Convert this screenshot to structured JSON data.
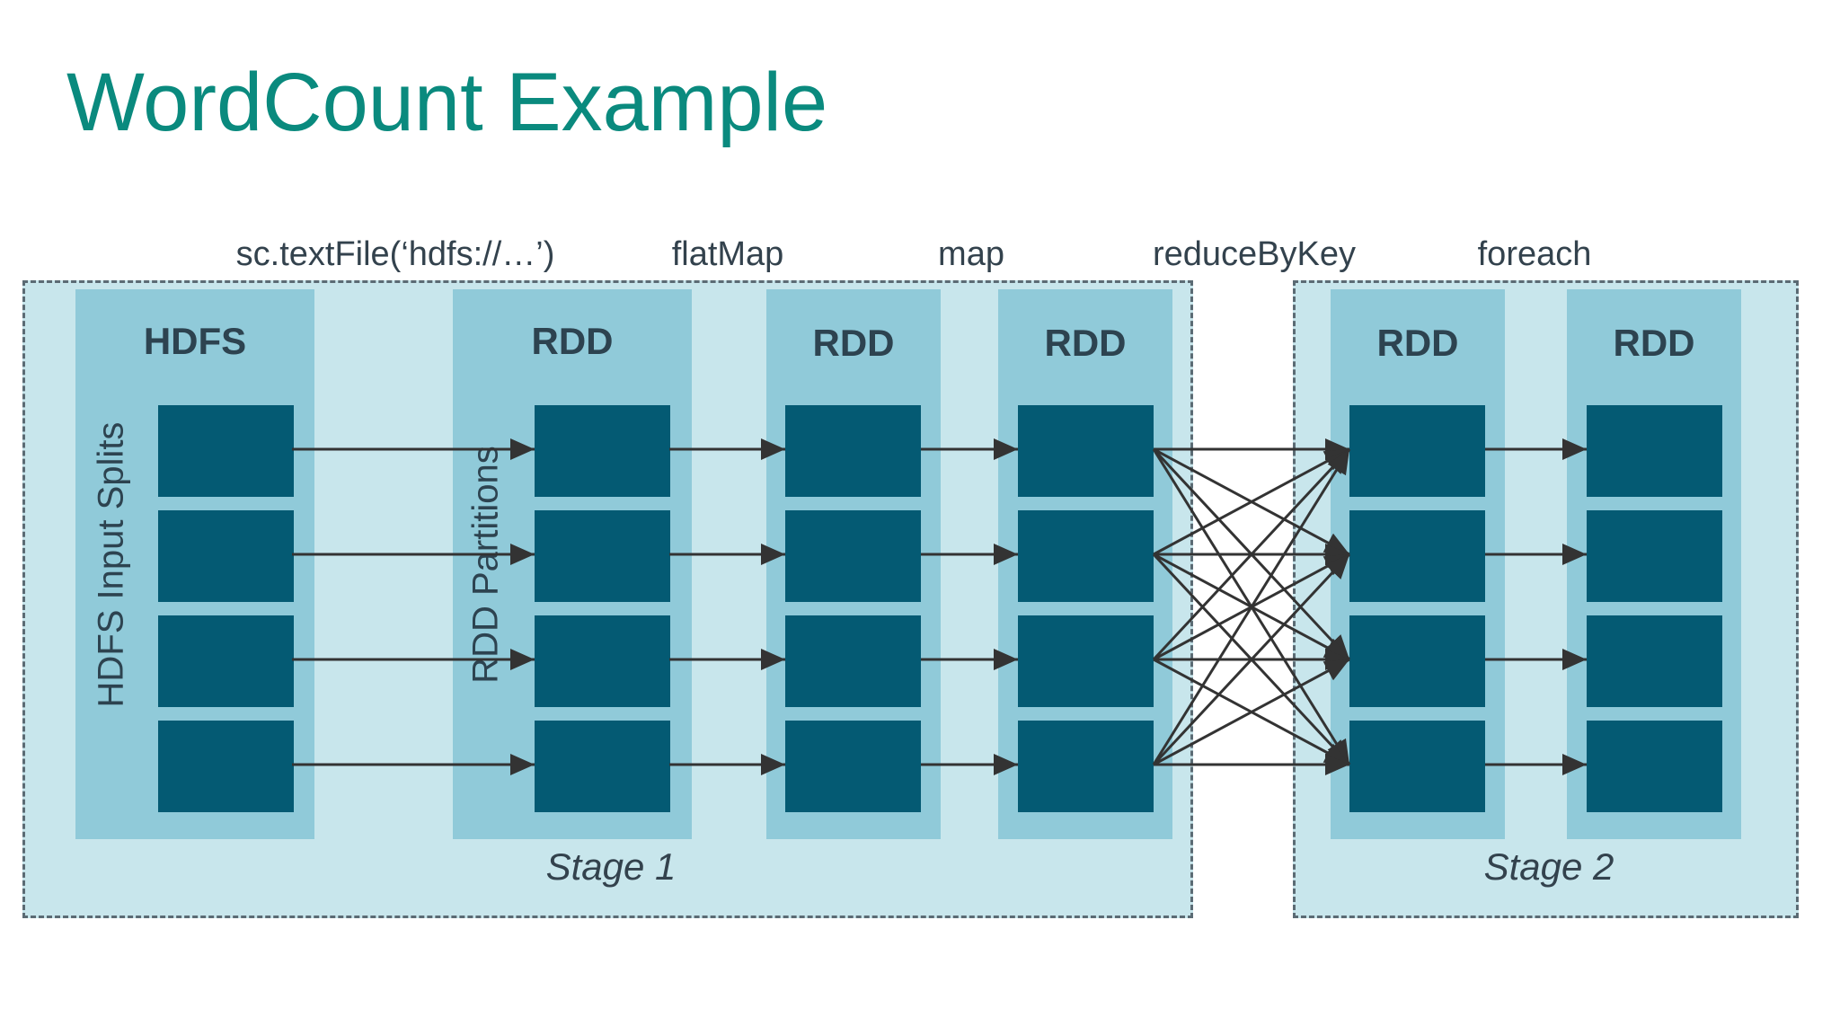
{
  "title": "WordCount Example",
  "operations": [
    "sc.textFile(‘hdfs://…’)",
    "flatMap",
    "map",
    "reduceByKey",
    "foreach"
  ],
  "columns": [
    {
      "title": "HDFS",
      "vertical_label": "HDFS Input Splits"
    },
    {
      "title": "RDD",
      "vertical_label": "RDD Partitions"
    },
    {
      "title": "RDD"
    },
    {
      "title": "RDD"
    },
    {
      "title": "RDD"
    },
    {
      "title": "RDD"
    }
  ],
  "stages": [
    {
      "label": "Stage 1"
    },
    {
      "label": "Stage 2"
    }
  ],
  "partitions_per_column": 4,
  "shuffle": "all-to-all",
  "colors": {
    "title": "#0a8a7e",
    "stage_bg": "#c8e6ec",
    "column_bg": "#90cad9",
    "partition": "#045a73",
    "arrow": "#333333",
    "text": "#33424d"
  }
}
